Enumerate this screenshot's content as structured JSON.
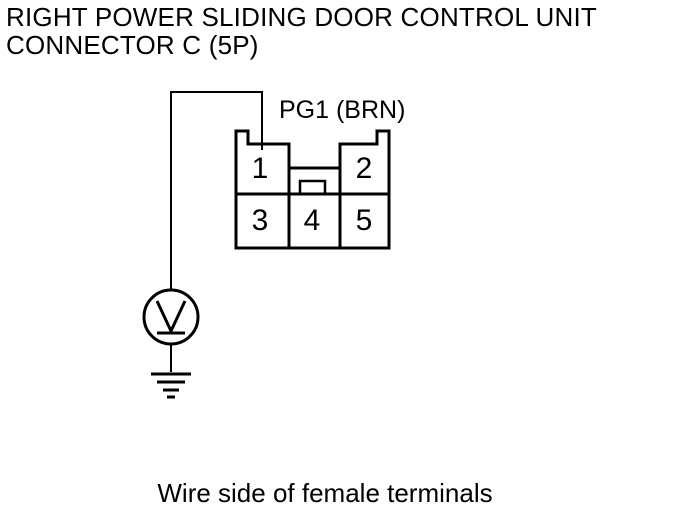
{
  "diagram": {
    "title_line1": "RIGHT POWER SLIDING DOOR CONTROL UNIT",
    "title_line2": "CONNECTOR C (5P)",
    "wire_label": "PG1 (BRN)",
    "terminals": [
      "1",
      "2",
      "3",
      "4",
      "5"
    ],
    "caption": "Wire side of female terminals",
    "meter_icon": "voltmeter-icon",
    "ground_icon": "ground-icon"
  }
}
